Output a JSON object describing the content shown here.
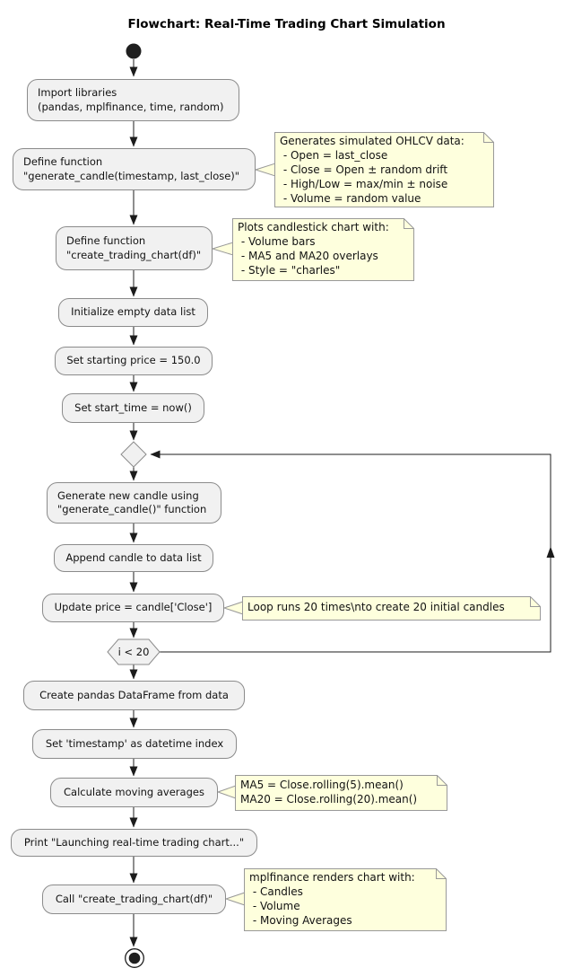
{
  "title": "Flowchart: Real-Time Trading Chart Simulation",
  "nodes": {
    "import_libraries": "Import libraries\n(pandas, mplfinance, time, random)",
    "define_generate_candle": "Define function\n\"generate_candle(timestamp, last_close)\"",
    "define_create_chart": "Define function\n\"create_trading_chart(df)\"",
    "init_data_list": "Initialize empty data list",
    "set_price": "Set starting price = 150.0",
    "set_start_time": "Set start_time = now()",
    "generate_candle": "Generate new candle using\n\"generate_candle()\" function",
    "append_candle": "Append candle to data list",
    "update_price": "Update price = candle['Close']",
    "loop_condition": "i < 20",
    "create_dataframe": "Create pandas DataFrame from data",
    "set_index": "Set 'timestamp' as datetime index",
    "calc_ma": "Calculate moving averages",
    "print_launch": "Print \"Launching real-time trading chart...\"",
    "call_chart": "Call \"create_trading_chart(df)\""
  },
  "notes": {
    "ohlcv": "Generates simulated OHLCV data:\n - Open = last_close\n - Close = Open ± random drift\n - High/Low = max/min ± noise\n - Volume = random value",
    "plots": "Plots candlestick chart with:\n - Volume bars\n - MA5 and MA20 overlays\n - Style = \"charles\"",
    "loop": "Loop runs 20 times\\nto create 20 initial candles",
    "ma": "MA5 = Close.rolling(5).mean()\nMA20 = Close.rolling(20).mean()",
    "render": "mplfinance renders chart with:\n - Candles\n - Volume\n - Moving Averages"
  },
  "colors": {
    "activity_fill": "#f1f1f1",
    "activity_border": "#8b8b8b",
    "note_fill": "#feffdd",
    "note_border": "#999999",
    "edge": "#1c1c1c",
    "text": "#121212"
  }
}
